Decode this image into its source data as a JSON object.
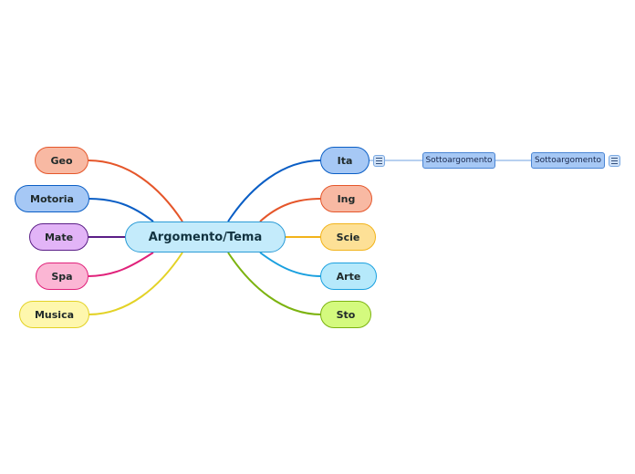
{
  "central": {
    "label": "Argomento/Tema"
  },
  "left": [
    {
      "id": "geo",
      "label": "Geo"
    },
    {
      "id": "motoria",
      "label": "Motoria"
    },
    {
      "id": "mate",
      "label": "Mate"
    },
    {
      "id": "spa",
      "label": "Spa"
    },
    {
      "id": "musica",
      "label": "Musica"
    }
  ],
  "right": [
    {
      "id": "ita",
      "label": "Ita"
    },
    {
      "id": "ing",
      "label": "Ing"
    },
    {
      "id": "scie",
      "label": "Scie"
    },
    {
      "id": "arte",
      "label": "Arte"
    },
    {
      "id": "sto",
      "label": "Sto"
    }
  ],
  "subtopics": [
    {
      "label": "Sottoargomento"
    },
    {
      "label": "Sottoargomento"
    }
  ],
  "icons": {
    "notes": "notes-icon"
  }
}
